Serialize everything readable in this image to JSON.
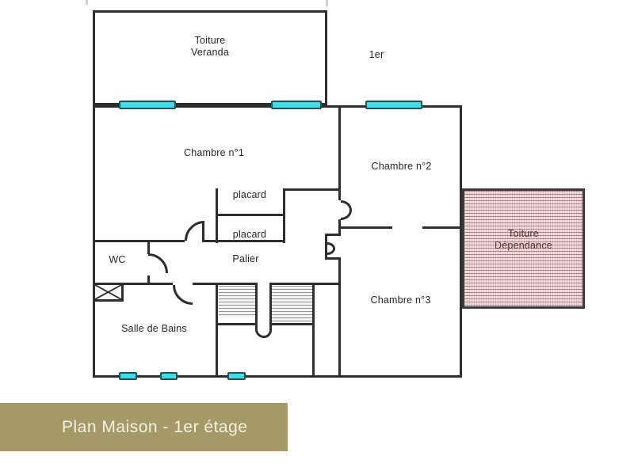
{
  "caption": {
    "text": "Plan Maison - 1er étage",
    "background_color": "#a59a67",
    "text_color": "#f3f0e6"
  },
  "floor_plan": {
    "floor_label": "1er",
    "labels": {
      "veranda_line1": "Toiture",
      "veranda_line2": "Veranda",
      "chambre1": "Chambre n°1",
      "chambre2": "Chambre n°2",
      "chambre3": "Chambre n°3",
      "placard_top": "placard",
      "placard_bottom": "placard",
      "wc": "WC",
      "palier": "Palier",
      "salle_de_bains": "Salle de Bains",
      "dependance_line1": "Toiture",
      "dependance_line2": "Dépendance"
    },
    "colors": {
      "wall": "#2e2e2e",
      "window_fill": "#41dce6",
      "window_border": "#1d5259",
      "stair_hatch_line": "#8f8f8f",
      "dependance_base": "#f2dede",
      "dependance_stripe": "#925a5a",
      "dependance_text": "#533232"
    }
  }
}
